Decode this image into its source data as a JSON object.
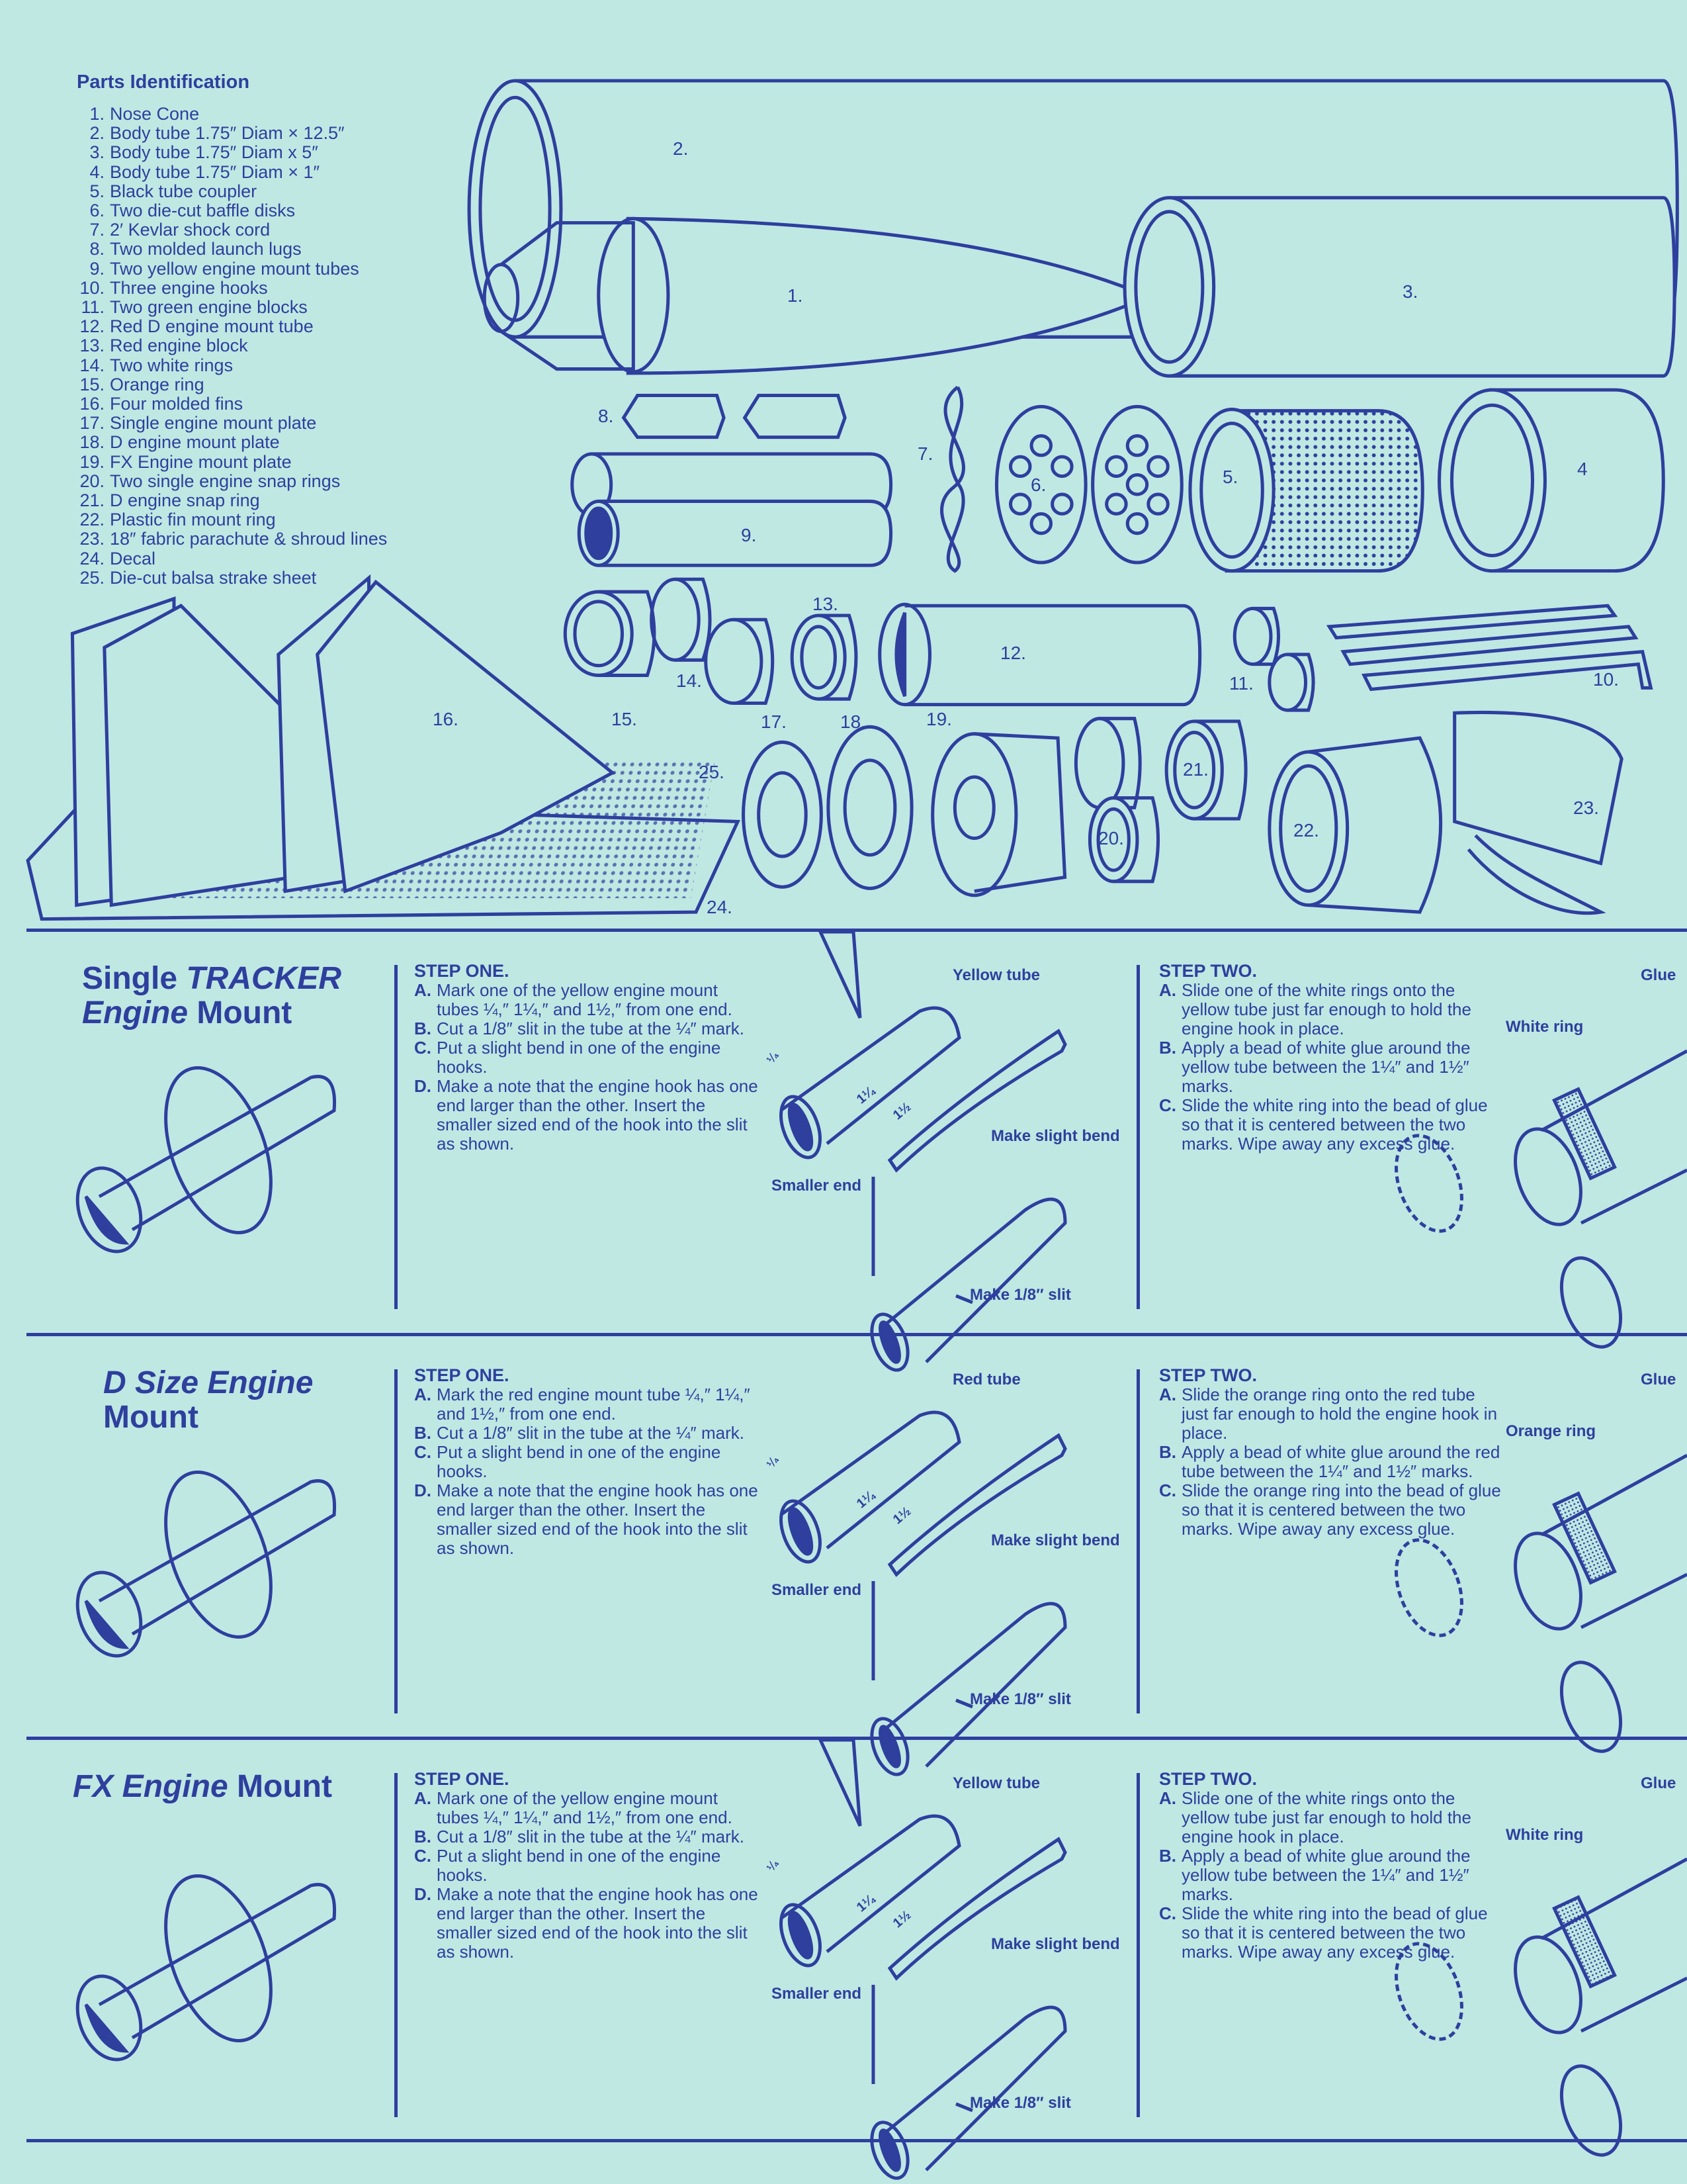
{
  "parts": {
    "title": "Parts Identification",
    "items": [
      {
        "n": "1.",
        "t": "Nose Cone"
      },
      {
        "n": "2.",
        "t": "Body tube 1.75″ Diam × 12.5″"
      },
      {
        "n": "3.",
        "t": "Body tube 1.75″ Diam x 5″"
      },
      {
        "n": "4.",
        "t": "Body tube 1.75″ Diam × 1″"
      },
      {
        "n": "5.",
        "t": "Black tube coupler"
      },
      {
        "n": "6.",
        "t": "Two die-cut baffle disks"
      },
      {
        "n": "7.",
        "t": "2′ Kevlar shock cord"
      },
      {
        "n": "8.",
        "t": "Two molded launch lugs"
      },
      {
        "n": "9.",
        "t": "Two yellow engine mount tubes"
      },
      {
        "n": "10.",
        "t": "Three engine hooks"
      },
      {
        "n": "11.",
        "t": "Two green engine blocks"
      },
      {
        "n": "12.",
        "t": "Red D engine mount tube"
      },
      {
        "n": "13.",
        "t": "Red engine block"
      },
      {
        "n": "14.",
        "t": "Two white rings"
      },
      {
        "n": "15.",
        "t": "Orange ring"
      },
      {
        "n": "16.",
        "t": "Four molded fins"
      },
      {
        "n": "17.",
        "t": "Single engine mount plate"
      },
      {
        "n": "18.",
        "t": "D engine mount plate"
      },
      {
        "n": "19.",
        "t": "FX Engine mount plate"
      },
      {
        "n": "20.",
        "t": "Two single engine snap rings"
      },
      {
        "n": "21.",
        "t": "D engine snap ring"
      },
      {
        "n": "22.",
        "t": "Plastic fin mount ring"
      },
      {
        "n": "23.",
        "t": "18″ fabric parachute & shroud lines"
      },
      {
        "n": "24.",
        "t": "Decal"
      },
      {
        "n": "25.",
        "t": "Die-cut balsa strake sheet"
      }
    ],
    "callouts": [
      "1.",
      "2.",
      "3.",
      "4",
      "5.",
      "6.",
      "7.",
      "8.",
      "9.",
      "10.",
      "11.",
      "12.",
      "13.",
      "14.",
      "15.",
      "16.",
      "17.",
      "18.",
      "19.",
      "20.",
      "21.",
      "22.",
      "23.",
      "24.",
      "25."
    ]
  },
  "sections": [
    {
      "title": [
        {
          "t": "Single ",
          "i": false
        },
        {
          "t": "TRACKER",
          "i": true
        },
        {
          "t": " Engine",
          "i": true
        },
        {
          "t": " Mount",
          "i": false
        }
      ],
      "step_one": {
        "heading": "STEP ONE.",
        "items": [
          {
            "l": "A.",
            "t": "Mark one of the yellow engine mount tubes ¼,″ 1¼,″ and 1½,″ from one end."
          },
          {
            "l": "B.",
            "t": "Cut a 1/8″ slit in the tube at the ¼″ mark."
          },
          {
            "l": "C.",
            "t": "Put a slight bend in one of the engine hooks."
          },
          {
            "l": "D.",
            "t": "Make a note that the engine hook has one end larger than the other. Insert the smaller sized end of the hook into the slit as shown."
          }
        ]
      },
      "step_two": {
        "heading": "STEP TWO.",
        "items": [
          {
            "l": "A.",
            "t": "Slide one of the white rings onto the yellow tube just far enough to hold the engine hook in place."
          },
          {
            "l": "B.",
            "t": "Apply a bead of white glue around the yellow tube between the 1¼″ and 1½″ marks."
          },
          {
            "l": "C.",
            "t": "Slide the white ring into the bead of glue so that it is centered between the two marks. Wipe away any excess glue."
          }
        ]
      },
      "labels": {
        "tube": "Yellow tube",
        "bend": "Make slight bend",
        "smaller": "Smaller end",
        "slit": "Make 1/8″ slit",
        "ring": "White ring",
        "glue": "Glue"
      },
      "dims": [
        "¼",
        "1¼",
        "1½"
      ]
    },
    {
      "title": [
        {
          "t": "D Size Engine",
          "i": true
        },
        {
          "t": " Mount",
          "i": false
        }
      ],
      "step_one": {
        "heading": "STEP ONE.",
        "items": [
          {
            "l": "A.",
            "t": "Mark the red engine mount tube ¼,″ 1¼,″ and 1½,″ from one end."
          },
          {
            "l": "B.",
            "t": "Cut a 1/8″ slit in the tube at the ¼″ mark."
          },
          {
            "l": "C.",
            "t": "Put a slight bend in one of the engine hooks."
          },
          {
            "l": "D.",
            "t": "Make a note that the engine hook has one end larger than the other. Insert the smaller sized end of the hook into the slit as shown."
          }
        ]
      },
      "step_two": {
        "heading": "STEP TWO.",
        "items": [
          {
            "l": "A.",
            "t": "Slide the orange ring onto the red tube just far enough to hold the engine hook in place."
          },
          {
            "l": "B.",
            "t": "Apply a bead of white glue around the red tube between the 1¼″ and 1½″ marks."
          },
          {
            "l": "C.",
            "t": "Slide the orange ring into the bead of glue so that it is centered between the two marks. Wipe away any excess glue."
          }
        ]
      },
      "labels": {
        "tube": "Red tube",
        "bend": "Make slight bend",
        "smaller": "Smaller end",
        "slit": "Make 1/8″ slit",
        "ring": "Orange ring",
        "glue": "Glue"
      },
      "dims": [
        "¼",
        "1¼",
        "1½"
      ]
    },
    {
      "title": [
        {
          "t": "FX Engine",
          "i": true
        },
        {
          "t": " Mount",
          "i": false
        }
      ],
      "step_one": {
        "heading": "STEP ONE.",
        "items": [
          {
            "l": "A.",
            "t": "Mark one of the yellow engine mount tubes ¼,″ 1¼,″ and 1½,″ from one end."
          },
          {
            "l": "B.",
            "t": "Cut a 1/8″ slit in the tube at the ¼″ mark."
          },
          {
            "l": "C.",
            "t": "Put a slight bend in one of the engine hooks."
          },
          {
            "l": "D.",
            "t": "Make a note that the engine hook has one end larger than the other. Insert the smaller sized end of the hook into the slit as shown."
          }
        ]
      },
      "step_two": {
        "heading": "STEP TWO.",
        "items": [
          {
            "l": "A.",
            "t": "Slide one of the white rings onto the yellow tube just far enough to hold the engine hook in place."
          },
          {
            "l": "B.",
            "t": "Apply a bead of white glue around the yellow tube between the 1¼″ and 1½″ marks."
          },
          {
            "l": "C.",
            "t": "Slide the white ring into the bead of glue so that it is centered between the two marks. Wipe away any excess glue."
          }
        ]
      },
      "labels": {
        "tube": "Yellow tube",
        "bend": "Make slight bend",
        "smaller": "Smaller end",
        "slit": "Make 1/8″ slit",
        "ring": "White ring",
        "glue": "Glue"
      },
      "dims": [
        "¼",
        "1¼",
        "1½"
      ]
    }
  ],
  "colors": {
    "paper": "#bfe8e2",
    "ink": "#2e3f9e"
  }
}
